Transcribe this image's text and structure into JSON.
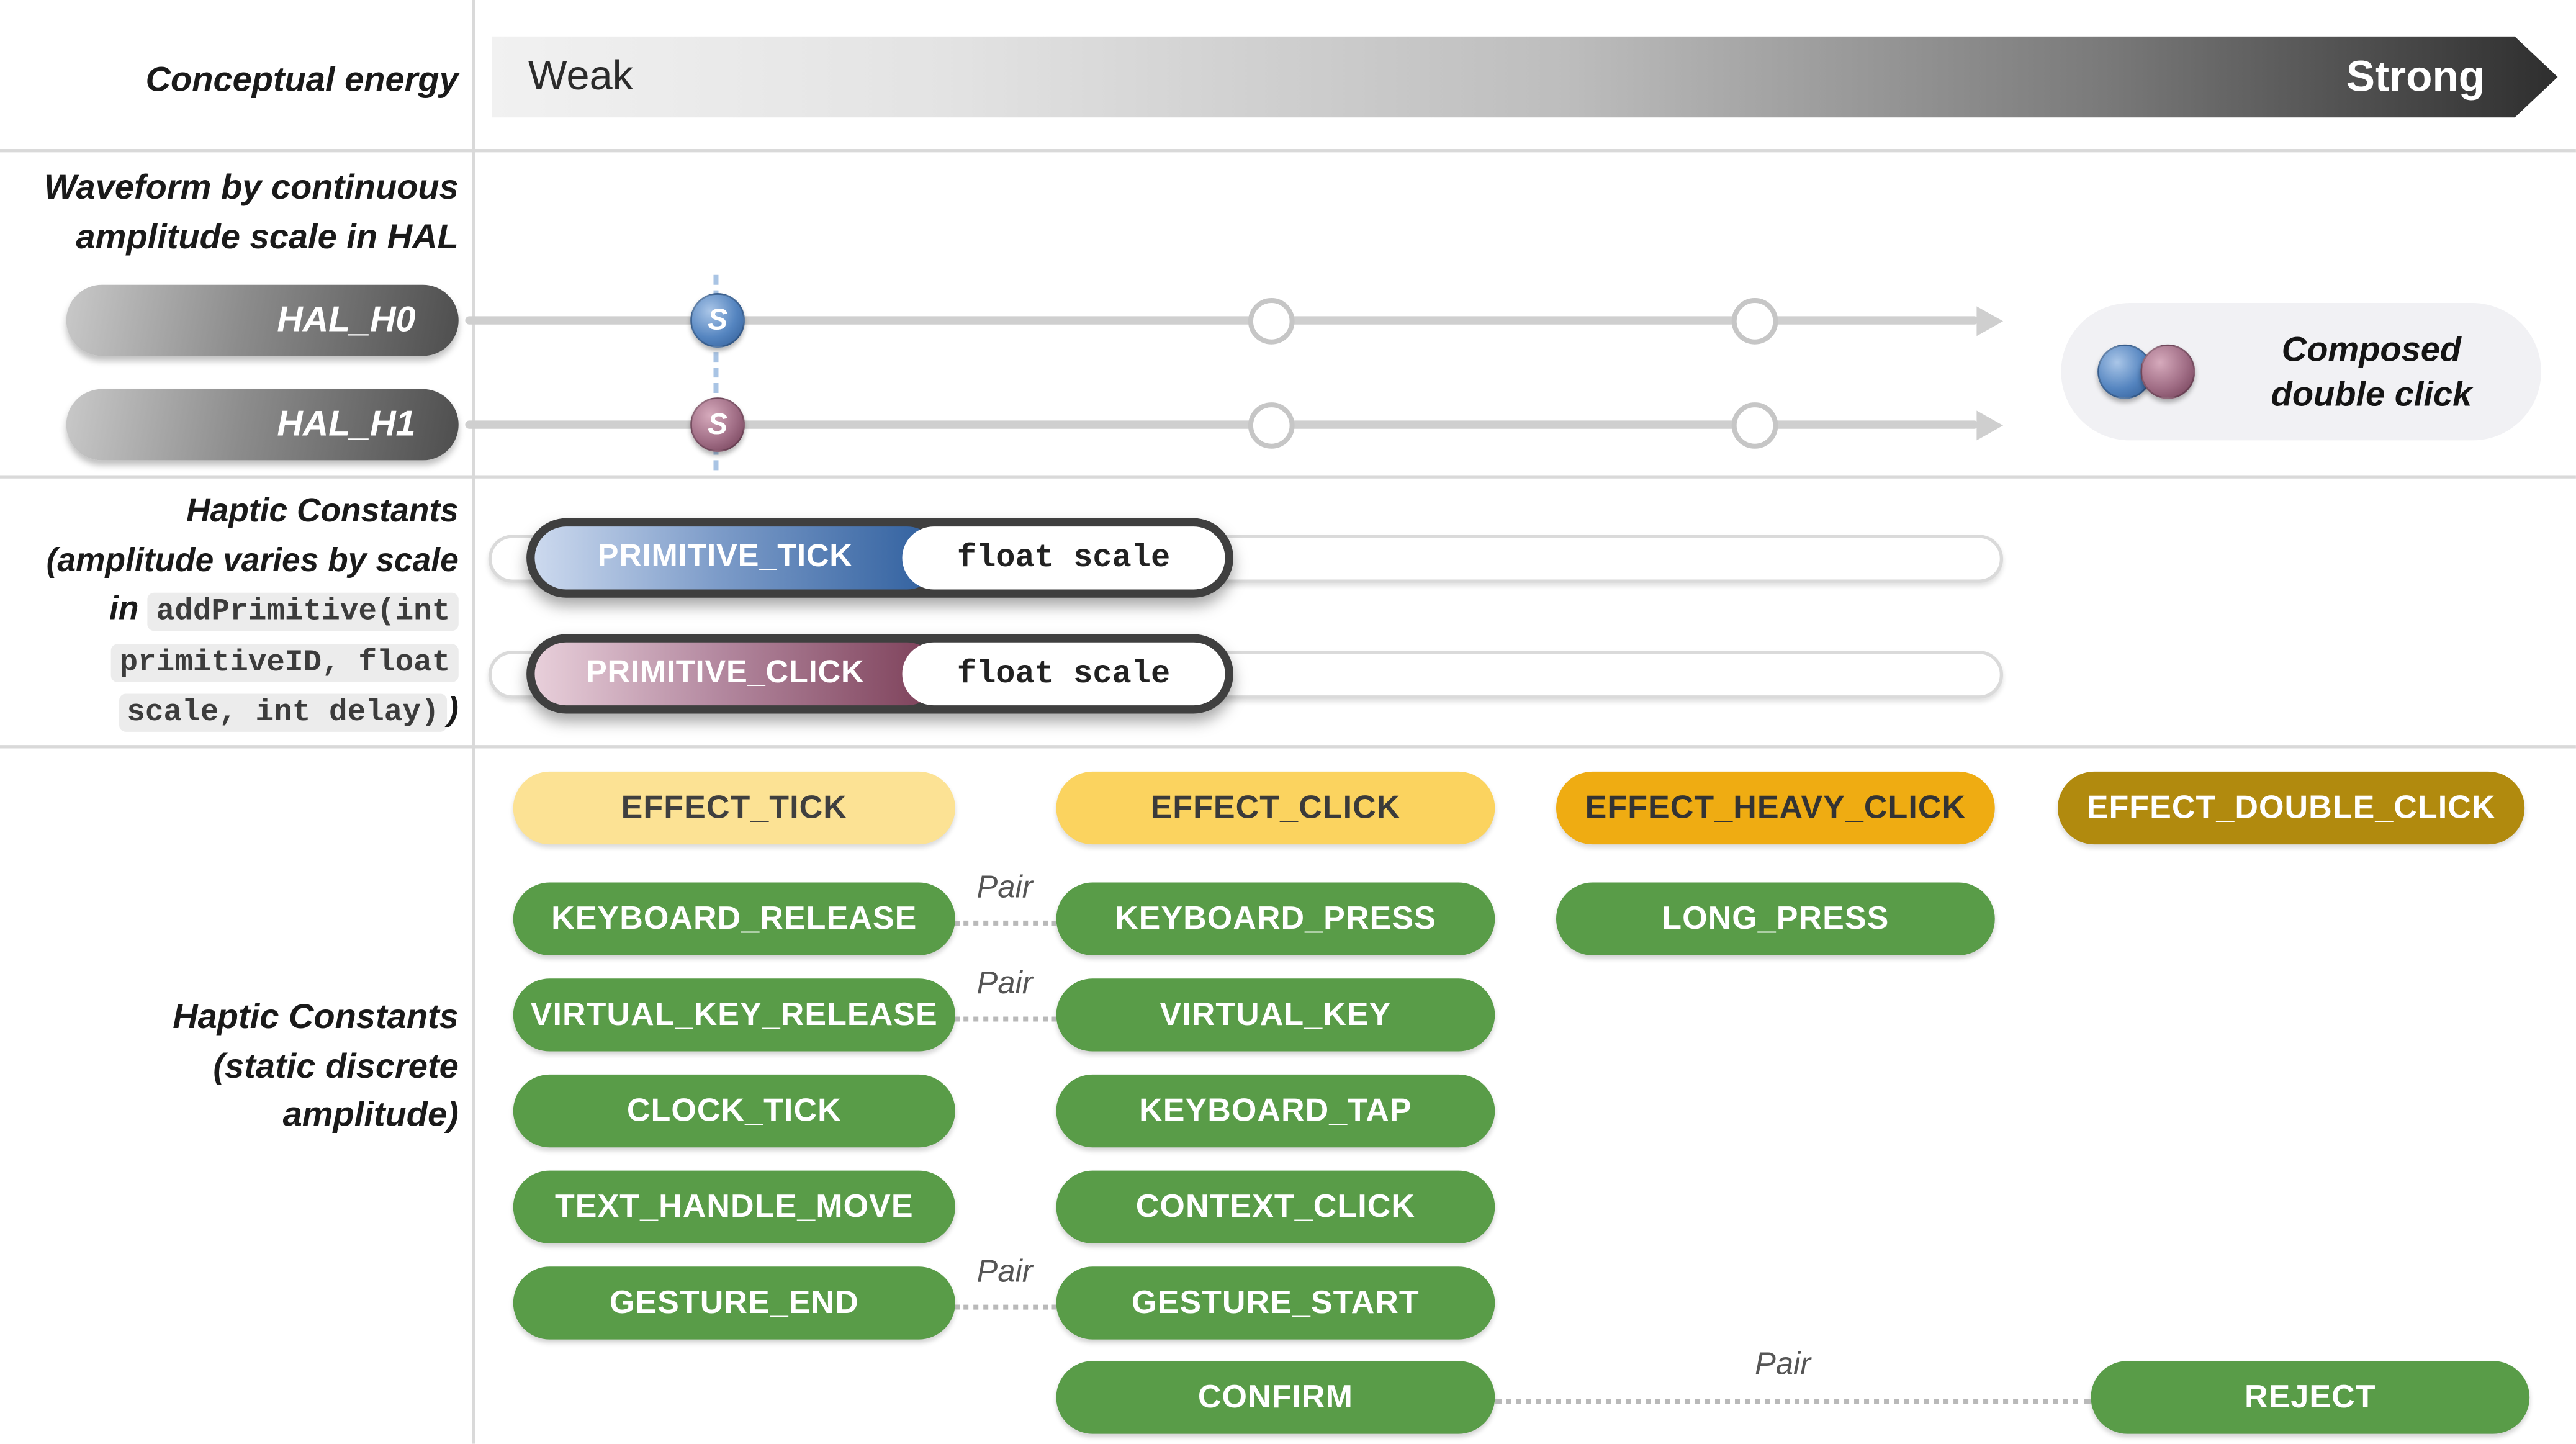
{
  "energy": {
    "label": "Conceptual energy",
    "weak": "Weak",
    "strong": "Strong"
  },
  "hal": {
    "label": [
      "Waveform by continuous",
      "amplitude scale in HAL"
    ],
    "rows": [
      {
        "name": "HAL_H0",
        "marker": "S"
      },
      {
        "name": "HAL_H1",
        "marker": "S"
      }
    ],
    "composed": [
      "Composed",
      "double click"
    ]
  },
  "primitives": {
    "label": {
      "bold": "Haptic Constants",
      "line2": "(amplitude varies by scale",
      "in_word": "in ",
      "code1": "addPrimitive(int",
      "code2": "primitiveID, float",
      "code3": "scale, int delay)",
      "close": ")"
    },
    "items": [
      {
        "name": "PRIMITIVE_TICK",
        "param": "float scale"
      },
      {
        "name": "PRIMITIVE_CLICK",
        "param": "float scale"
      }
    ]
  },
  "discrete": {
    "label": [
      "Haptic Constants",
      "(static discrete",
      "amplitude)"
    ],
    "effects": [
      "EFFECT_TICK",
      "EFFECT_CLICK",
      "EFFECT_HEAVY_CLICK",
      "EFFECT_DOUBLE_CLICK"
    ],
    "col1": [
      "KEYBOARD_RELEASE",
      "VIRTUAL_KEY_RELEASE",
      "CLOCK_TICK",
      "TEXT_HANDLE_MOVE",
      "GESTURE_END"
    ],
    "col2": [
      "KEYBOARD_PRESS",
      "VIRTUAL_KEY",
      "KEYBOARD_TAP",
      "CONTEXT_CLICK",
      "GESTURE_START",
      "CONFIRM"
    ],
    "col3": [
      "LONG_PRESS"
    ],
    "col4": [
      "REJECT"
    ],
    "pair": "Pair"
  },
  "colors": {
    "gradient_bar": [
      "#f1f1f1",
      "#2e2e2e"
    ],
    "hal_h0_marker_blue": "#2e5a94",
    "hal_h1_marker_maroon": "#6d3a52",
    "effect_tick_bg": "#fce294",
    "effect_click_bg": "#fbd35f",
    "effect_heavy_click_bg": "#efac12",
    "effect_double_click_bg": "#b18a0e",
    "constant_green": "#599c48"
  }
}
